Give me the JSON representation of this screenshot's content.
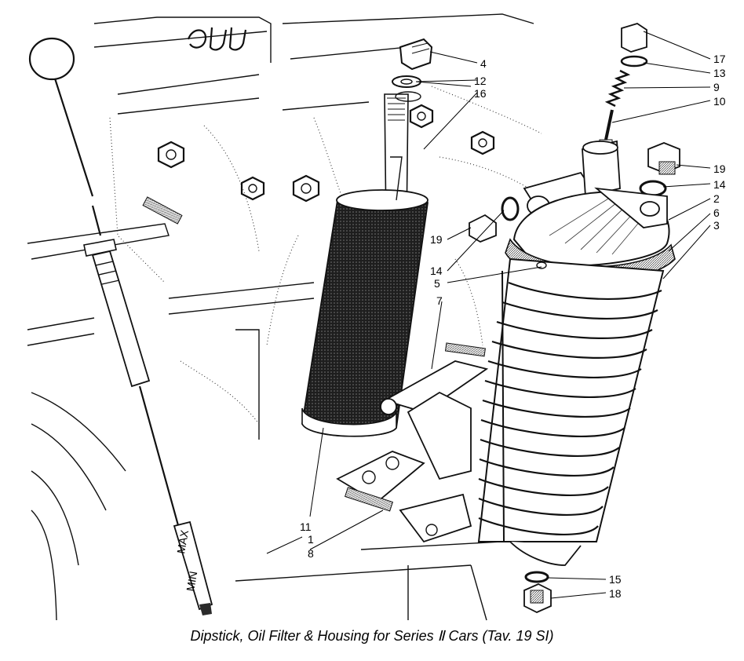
{
  "caption": "Dipstick, Oil Filter & Housing for Series Ⅱ Cars (Tav. 19 SI)",
  "callouts": [
    {
      "id": "c4",
      "label": "4"
    },
    {
      "id": "c12",
      "label": "12"
    },
    {
      "id": "c16",
      "label": "16"
    },
    {
      "id": "c17",
      "label": "17"
    },
    {
      "id": "c13",
      "label": "13"
    },
    {
      "id": "c9",
      "label": "9"
    },
    {
      "id": "c10",
      "label": "10"
    },
    {
      "id": "c19a",
      "label": "19"
    },
    {
      "id": "c14a",
      "label": "14"
    },
    {
      "id": "c2",
      "label": "2"
    },
    {
      "id": "c6",
      "label": "6"
    },
    {
      "id": "c3",
      "label": "3"
    },
    {
      "id": "c19b",
      "label": "19"
    },
    {
      "id": "c14b",
      "label": "14"
    },
    {
      "id": "c5",
      "label": "5"
    },
    {
      "id": "c7",
      "label": "7"
    },
    {
      "id": "c11",
      "label": "11"
    },
    {
      "id": "c1",
      "label": "1"
    },
    {
      "id": "c8",
      "label": "8"
    },
    {
      "id": "c15",
      "label": "15"
    },
    {
      "id": "c18",
      "label": "18"
    }
  ],
  "dipstick_marks": [
    "MAX",
    "MIN"
  ]
}
